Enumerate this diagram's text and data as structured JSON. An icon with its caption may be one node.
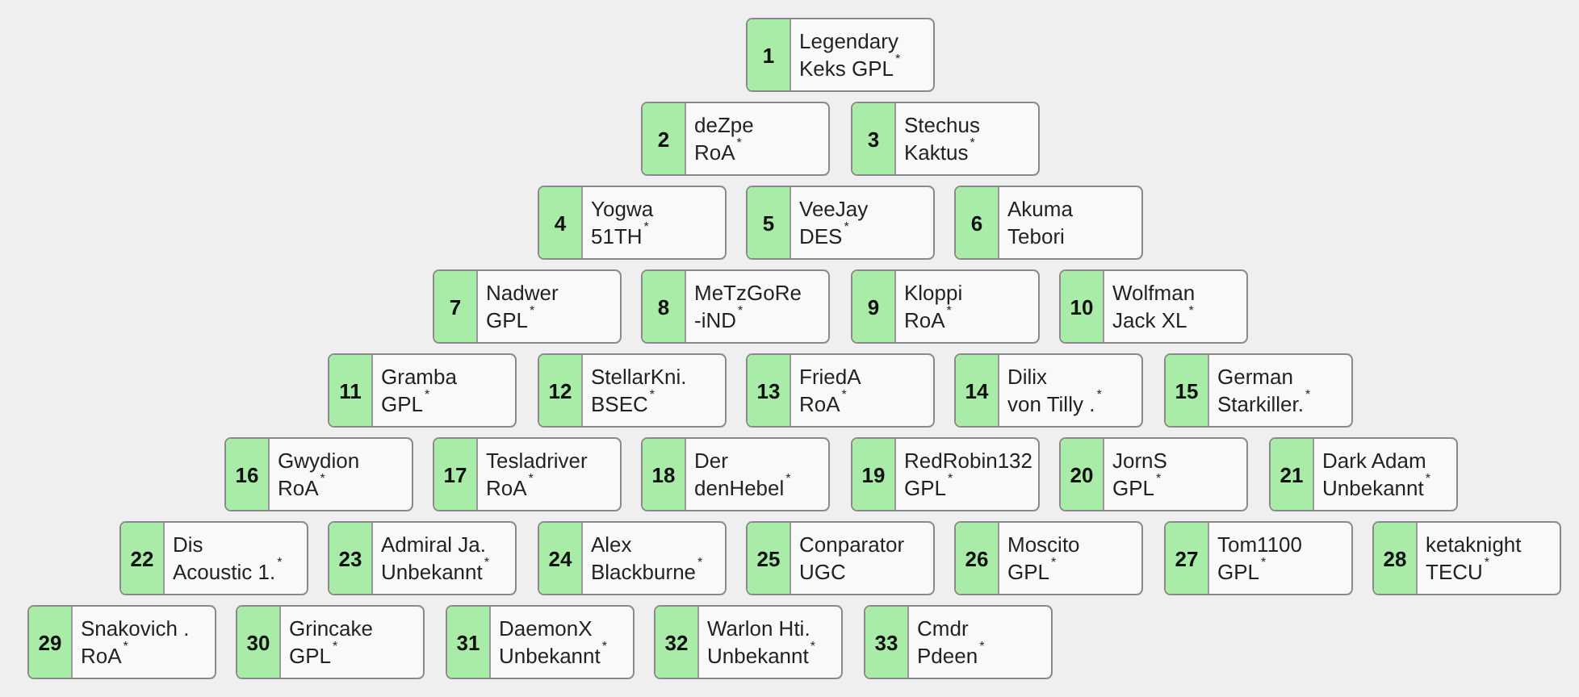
{
  "diagram": {
    "nodes": [
      {
        "text": [
          "1",
          "Legendary Keks GPL$^{*}$"
        ]
      },
      {
        "text": [
          "2",
          "deZpe RoA$^{*}$"
        ]
      },
      {
        "text": [
          "3",
          "Stechus Kaktus$^{*}$"
        ]
      },
      {
        "text": [
          "4",
          "Yogwa 51TH$^{*}$"
        ]
      },
      {
        "text": [
          "5",
          "VeeJay DES$^{*}$"
        ]
      },
      {
        "text": [
          "6",
          "Akuma Tebori"
        ]
      },
      {
        "text": [
          "7",
          "Nadwer GPL$^{*}$"
        ]
      },
      {
        "text": [
          "8",
          "MeTzGoRe -iND$^{*}$"
        ]
      },
      {
        "text": [
          "9",
          "Kloppi RoA$^{*}$"
        ]
      },
      {
        "text": [
          "10",
          "Wolfman Jack XL$^{*}$"
        ]
      },
      {
        "text": [
          "11",
          "Gramba GPL$^{*}$"
        ]
      },
      {
        "text": [
          "12",
          "StellarKni. BSEC$^{*}$"
        ]
      },
      {
        "text": [
          "13",
          "FriedA RoA$^{*}$"
        ]
      },
      {
        "text": [
          "14",
          "Dilix von Tilly .$^{*}$"
        ]
      },
      {
        "text": [
          "15",
          "German Starkiller.$^{*}$"
        ]
      },
      {
        "text": [
          "16",
          "Gwydion RoA$^{*}$"
        ]
      },
      {
        "text": [
          "17",
          "Tesladriver RoA$^{*}$"
        ]
      },
      {
        "text": [
          "18",
          "Der denHebel$^{*}$"
        ]
      },
      {
        "text": [
          "19",
          "RedRobin132 GPL$^{*}$"
        ]
      },
      {
        "text": [
          "20",
          "JornS GPL$^{*}$"
        ]
      },
      {
        "text": [
          "21",
          "Dark Adam Unbekannt$^{*}$"
        ]
      },
      {
        "text": [
          "22",
          "Dis Acoustic 1.$^{*}$"
        ]
      },
      {
        "text": [
          "23",
          "Admiral Ja. Unbekannt$^{*}$"
        ]
      },
      {
        "text": [
          "24",
          "Alex Blackburne$^{*}$"
        ]
      },
      {
        "text": [
          "25",
          "Conparator UGC"
        ]
      },
      {
        "text": [
          "26",
          "Moscito GPL$^{*}$"
        ]
      },
      {
        "text": [
          "27",
          "Tom1100 GPL$^{*}$"
        ]
      },
      {
        "text": [
          "28",
          "ketaknight TECU$^{*}$"
        ]
      },
      {
        "text": [
          "29",
          "Snakovich . RoA$^{*}$"
        ]
      },
      {
        "text": [
          "30",
          "Grincake GPL$^{*}$"
        ]
      },
      {
        "text": [
          "31",
          "DaemonX Unbekannt$^{*}$"
        ]
      },
      {
        "text": [
          "32",
          "Warlon Hti. Unbekannt$^{*}$"
        ]
      },
      {
        "text": [
          "33",
          "Cmdr Pdeen$^{*}$"
        ]
      }
    ]
  }
}
